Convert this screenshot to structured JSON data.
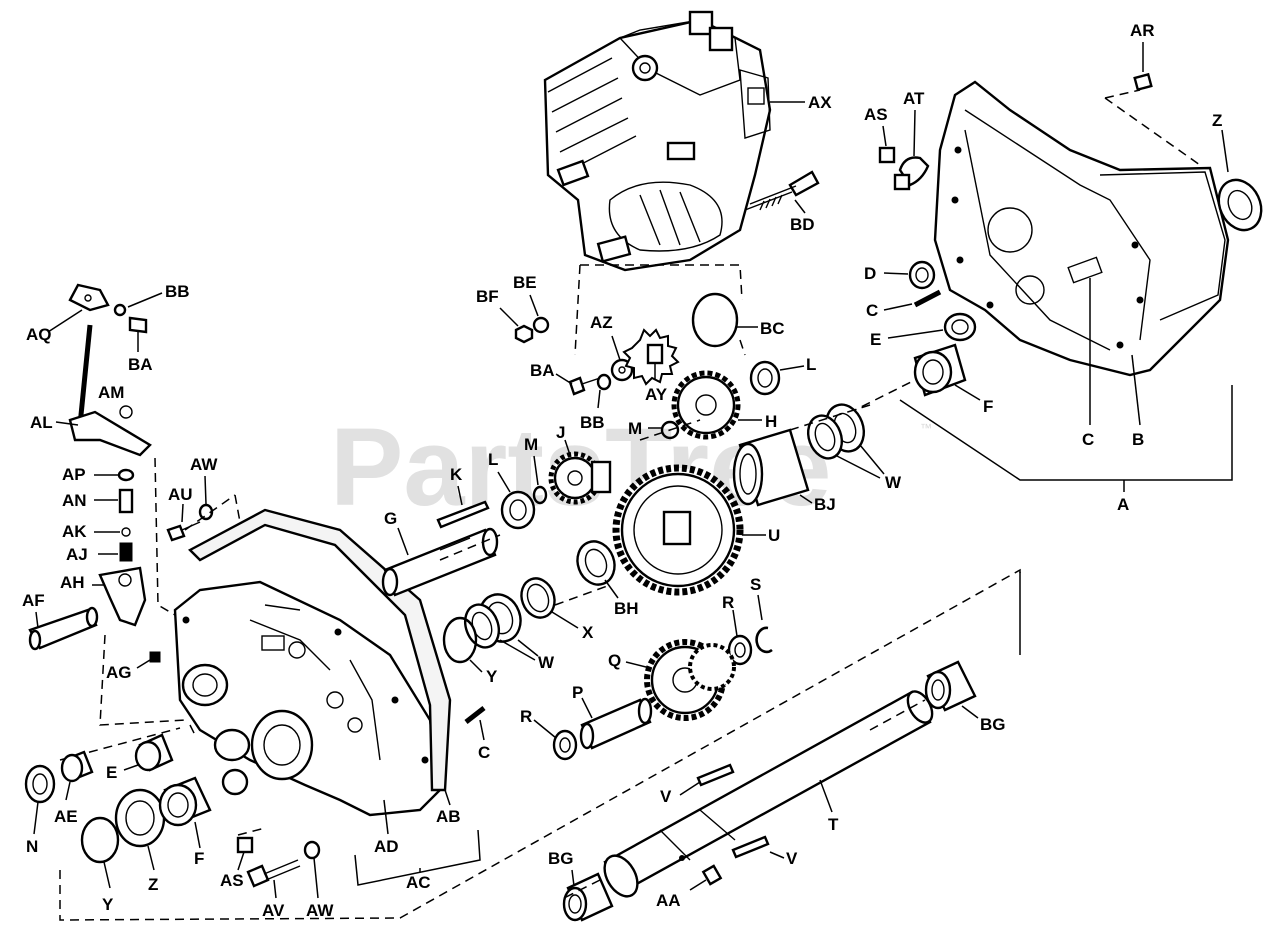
{
  "diagram": {
    "watermark": "PartsTree",
    "watermark_mark": "™",
    "labels": {
      "ar": "AR",
      "ax": "AX",
      "as_top": "AS",
      "at": "AT",
      "z_top": "Z",
      "bd": "BD",
      "d": "D",
      "c_top": "C",
      "e_top": "E",
      "f_top": "F",
      "c_right": "C",
      "b": "B",
      "a": "A",
      "bb_top": "BB",
      "aq": "AQ",
      "ba_top": "BA",
      "am": "AM",
      "al": "AL",
      "ap": "AP",
      "an": "AN",
      "ak": "AK",
      "aj": "AJ",
      "ah": "AH",
      "af": "AF",
      "au": "AU",
      "aw_top": "AW",
      "ag": "AG",
      "bf": "BF",
      "be": "BE",
      "az": "AZ",
      "bc": "BC",
      "ba_mid": "BA",
      "ay": "AY",
      "bb_mid": "BB",
      "l_right": "L",
      "m_mid": "M",
      "h": "H",
      "j": "J",
      "m_left": "M",
      "l_left": "L",
      "k": "K",
      "w_right": "W",
      "bj": "BJ",
      "g": "G",
      "u": "U",
      "bh": "BH",
      "x": "X",
      "w_left": "W",
      "y_mid": "Y",
      "r_top": "R",
      "s": "S",
      "q": "Q",
      "p": "P",
      "c_mid": "C",
      "r_bottom": "R",
      "bg_right": "BG",
      "e_left": "E",
      "n": "N",
      "ae": "AE",
      "y_bottom": "Y",
      "z_bottom": "Z",
      "f_bottom": "F",
      "as_bottom": "AS",
      "av": "AV",
      "aw_bottom": "AW",
      "ad": "AD",
      "ab": "AB",
      "ac": "AC",
      "v_mid": "V",
      "t": "T",
      "v_bottom": "V",
      "bg_bottom": "BG",
      "aa": "AA"
    }
  }
}
